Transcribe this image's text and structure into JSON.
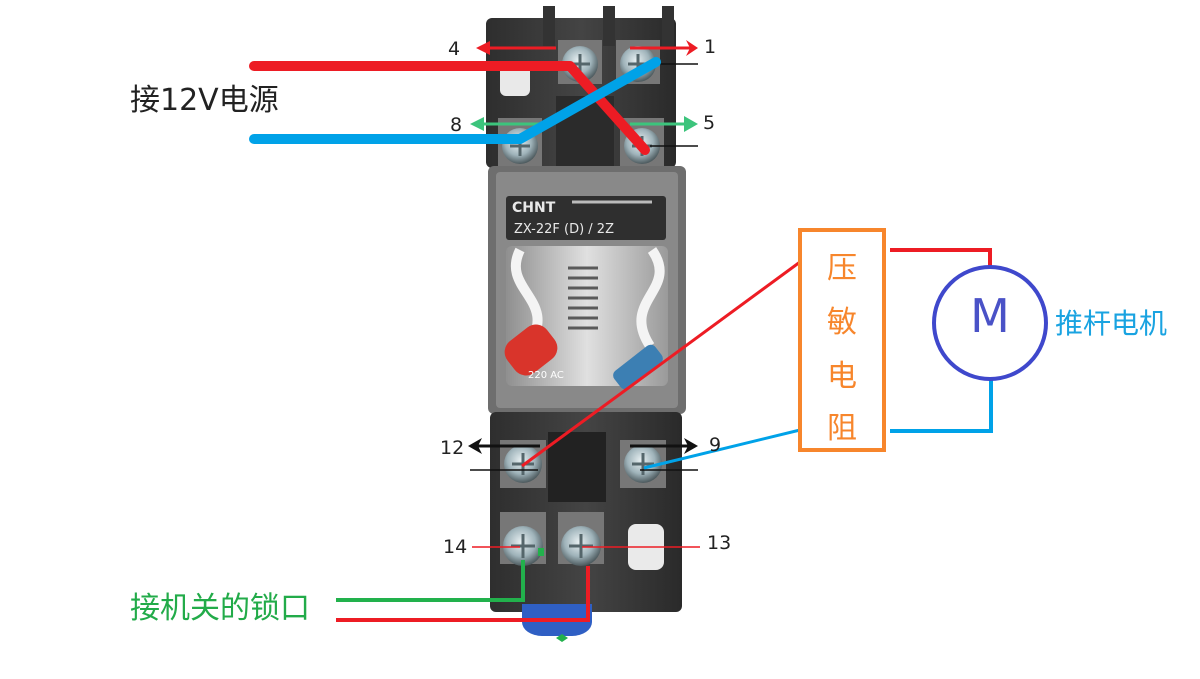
{
  "diagram": {
    "title": "Relay wiring diagram",
    "relay": {
      "brand": "CHNT",
      "model": "ZX-22F (D) / 2Z",
      "indicator_text": "220 AC"
    },
    "terminals": {
      "t1": "1",
      "t4": "4",
      "t5": "5",
      "t8": "8",
      "t9": "9",
      "t12": "12",
      "t13": "13",
      "t14": "14"
    },
    "labels": {
      "power_supply": "接12V电源",
      "switch_lock": "接机关的锁口",
      "motor": "推杆电机",
      "motor_symbol": "M",
      "varistor_chars": [
        "压",
        "敏",
        "电",
        "阻"
      ]
    },
    "colors": {
      "positive_wire": "#ed1c24",
      "negative_wire": "#00a2e8",
      "lock_wire": "#22b14c",
      "contact_arrow_green": "#3cc47c",
      "varistor_border": "#f7862c",
      "motor_circle": "#3f48cc",
      "motor_label": "#19a3e1",
      "relay_body": "#3a3a3a"
    }
  }
}
